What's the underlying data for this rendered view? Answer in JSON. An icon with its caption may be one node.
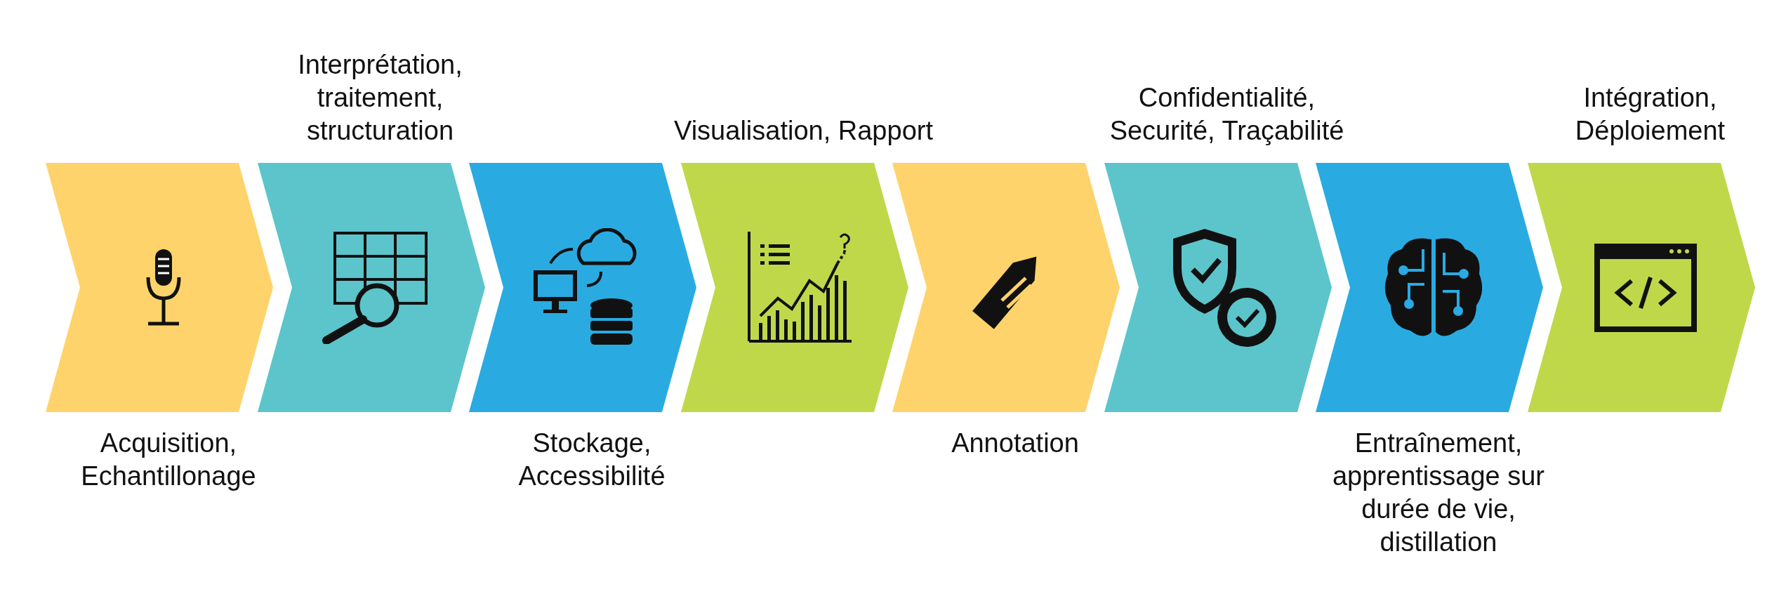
{
  "diagram": {
    "nodes": [
      {
        "text": [
          "Acquisition, Echantillonage"
        ]
      },
      {
        "text": [
          "Interprétation, traitement, structuration"
        ]
      },
      {
        "text": [
          "Stockage, Accessibilité"
        ]
      },
      {
        "text": [
          "Visualisation, Rapport"
        ]
      },
      {
        "text": [
          "Annotation"
        ]
      },
      {
        "text": [
          "Confidentialité, Securité, Traçabilité"
        ]
      },
      {
        "text": [
          "Entraînement, apprentissage sur durée de vie, distillation"
        ]
      },
      {
        "text": [
          "Intégration, Déploiement"
        ]
      }
    ]
  }
}
